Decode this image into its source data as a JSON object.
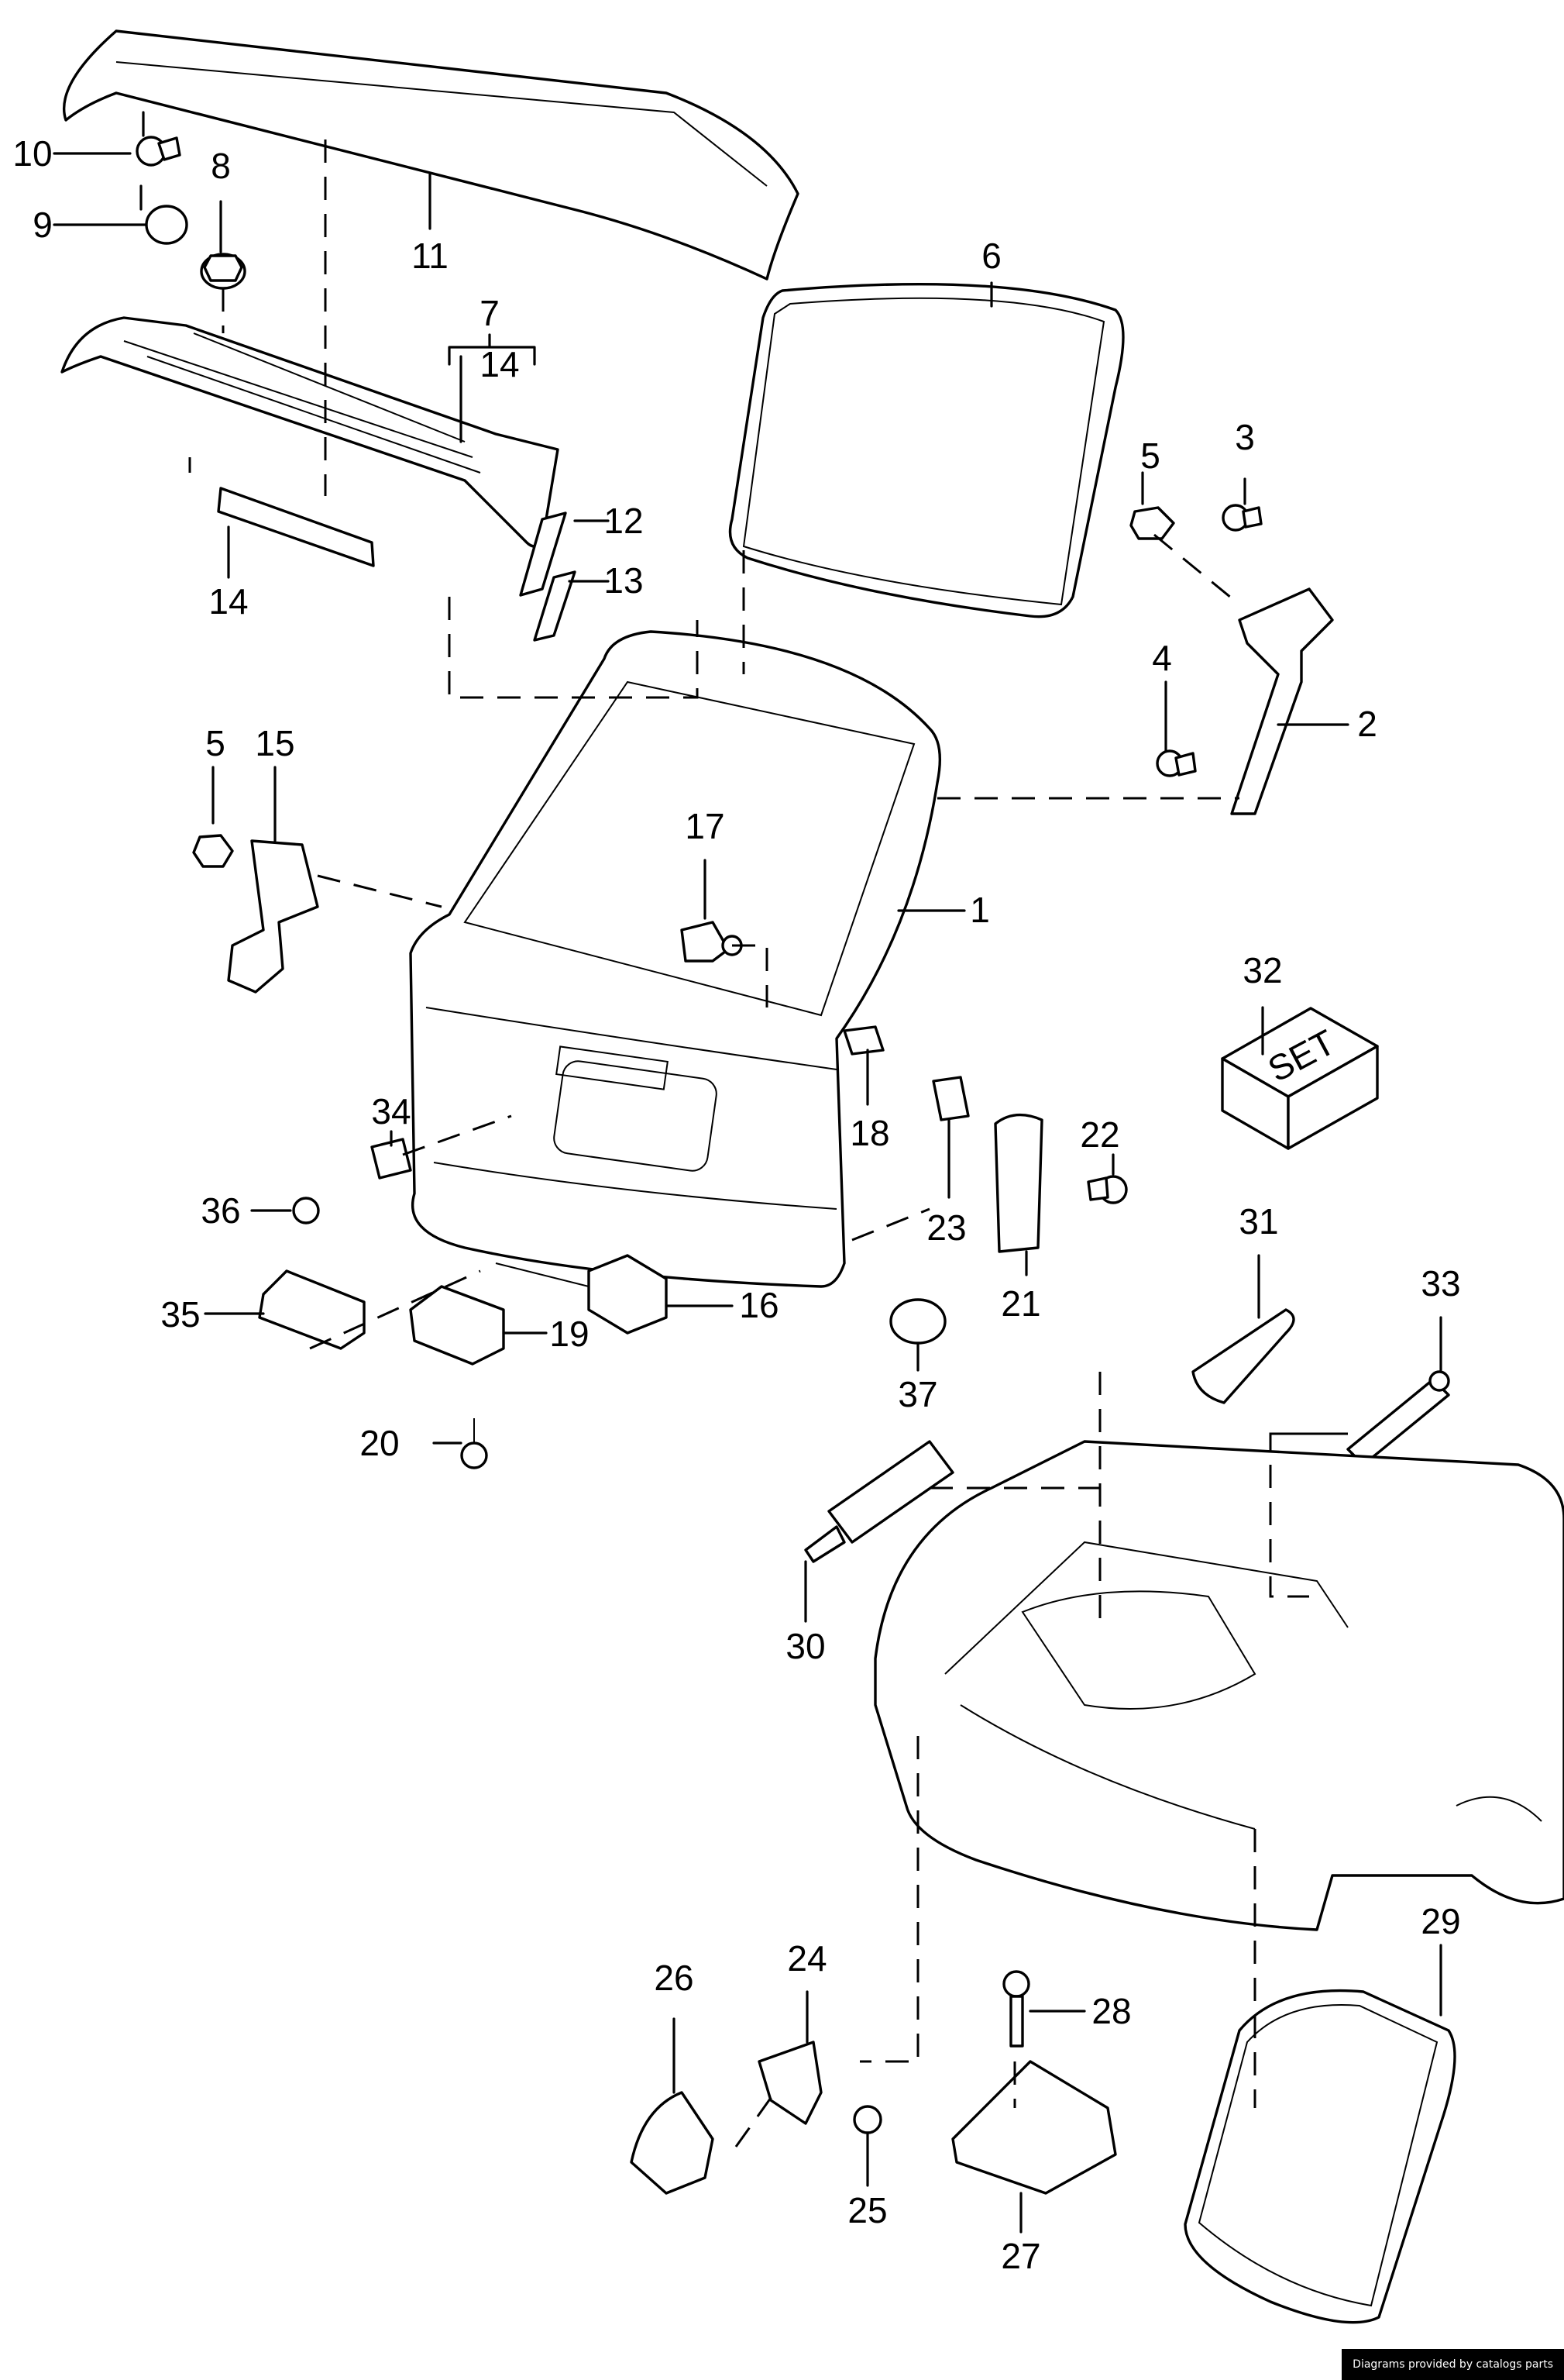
{
  "diagram": {
    "title": "Tailgate / rear lid exploded parts diagram",
    "set_label": "SET",
    "callouts": [
      {
        "id": "1",
        "label": "1"
      },
      {
        "id": "2",
        "label": "2"
      },
      {
        "id": "3",
        "label": "3"
      },
      {
        "id": "4",
        "label": "4"
      },
      {
        "id": "5a",
        "label": "5"
      },
      {
        "id": "5b",
        "label": "5"
      },
      {
        "id": "6",
        "label": "6"
      },
      {
        "id": "7",
        "label": "7"
      },
      {
        "id": "8",
        "label": "8"
      },
      {
        "id": "9",
        "label": "9"
      },
      {
        "id": "10",
        "label": "10"
      },
      {
        "id": "11",
        "label": "11"
      },
      {
        "id": "12",
        "label": "12"
      },
      {
        "id": "13",
        "label": "13"
      },
      {
        "id": "14a",
        "label": "14"
      },
      {
        "id": "14b",
        "label": "14"
      },
      {
        "id": "15",
        "label": "15"
      },
      {
        "id": "16",
        "label": "16"
      },
      {
        "id": "17",
        "label": "17"
      },
      {
        "id": "18",
        "label": "18"
      },
      {
        "id": "19",
        "label": "19"
      },
      {
        "id": "20",
        "label": "20"
      },
      {
        "id": "21",
        "label": "21"
      },
      {
        "id": "22",
        "label": "22"
      },
      {
        "id": "23",
        "label": "23"
      },
      {
        "id": "24",
        "label": "24"
      },
      {
        "id": "25",
        "label": "25"
      },
      {
        "id": "26",
        "label": "26"
      },
      {
        "id": "27",
        "label": "27"
      },
      {
        "id": "28",
        "label": "28"
      },
      {
        "id": "29",
        "label": "29"
      },
      {
        "id": "30",
        "label": "30"
      },
      {
        "id": "31",
        "label": "31"
      },
      {
        "id": "32",
        "label": "32"
      },
      {
        "id": "33",
        "label": "33"
      },
      {
        "id": "34",
        "label": "34"
      },
      {
        "id": "35",
        "label": "35"
      },
      {
        "id": "36",
        "label": "36"
      },
      {
        "id": "37",
        "label": "37"
      }
    ]
  },
  "footer": {
    "credit": "Diagrams provided by catalogs parts"
  }
}
